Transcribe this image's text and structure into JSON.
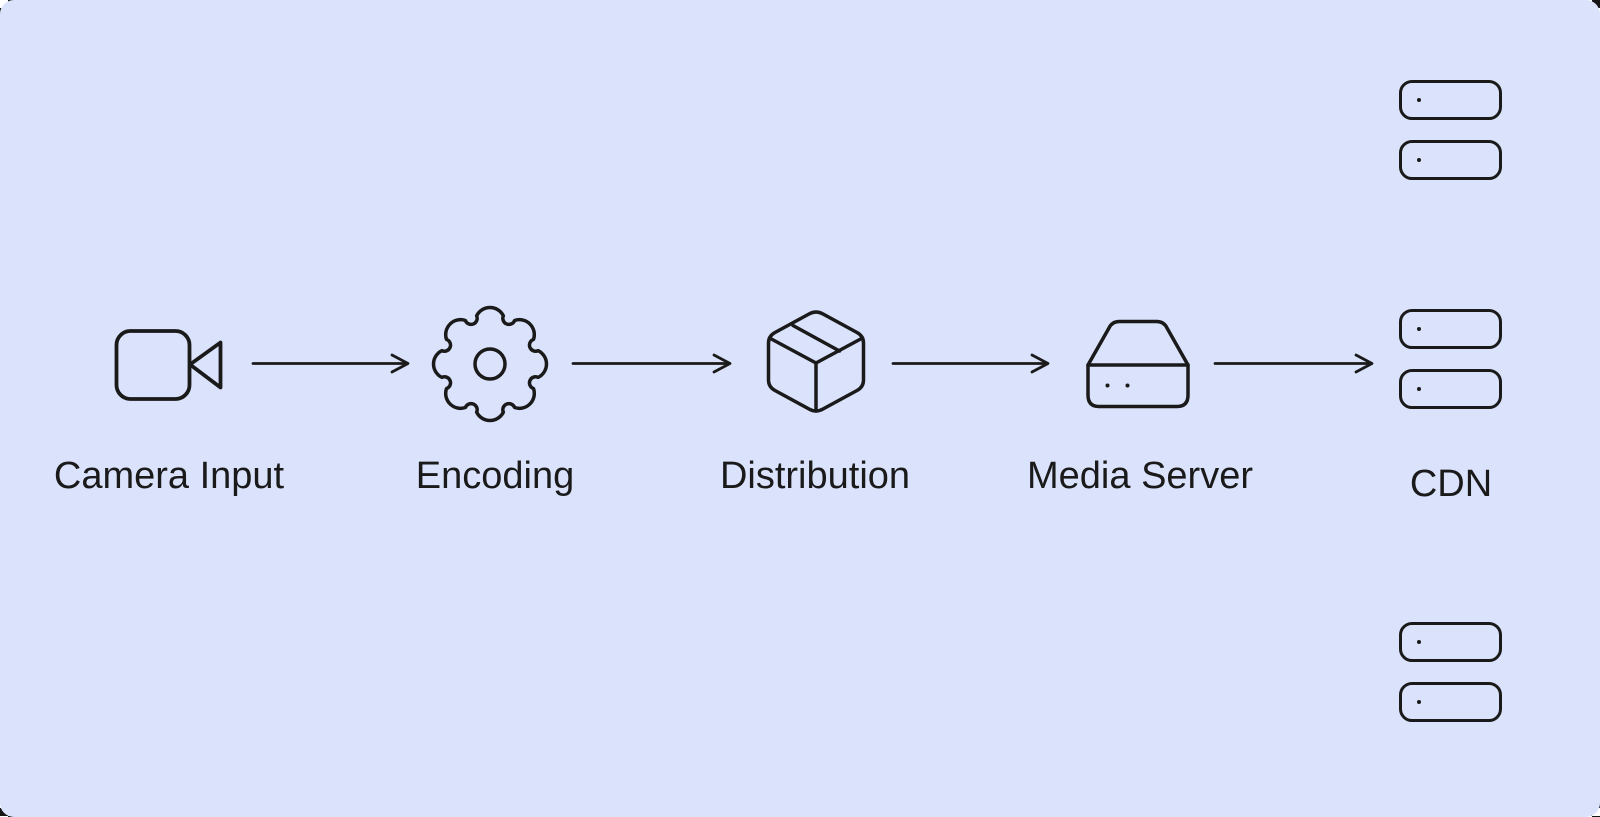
{
  "diagram": {
    "type": "flow",
    "description": "streaming-pipeline-flow-diagram",
    "background_color": "#dbe3fc",
    "stroke_color": "#1a1a1a",
    "text_color": "#1a1a1a",
    "nodes": [
      {
        "id": "camera-input",
        "label": "Camera Input",
        "icon": "video-camera-icon"
      },
      {
        "id": "encoding",
        "label": "Encoding",
        "icon": "gear-icon"
      },
      {
        "id": "distribution",
        "label": "Distribution",
        "icon": "package-box-icon"
      },
      {
        "id": "media-server",
        "label": "Media Server",
        "icon": "media-server-icon"
      },
      {
        "id": "cdn",
        "label": "CDN",
        "icon": "server-node-icon",
        "server_clusters": 3,
        "servers_per_cluster": 2
      }
    ],
    "edges": [
      {
        "from": "Camera Input",
        "to": "Encoding"
      },
      {
        "from": "Encoding",
        "to": "Distribution"
      },
      {
        "from": "Distribution",
        "to": "Media Server"
      },
      {
        "from": "Media Server",
        "to": "CDN"
      }
    ]
  }
}
